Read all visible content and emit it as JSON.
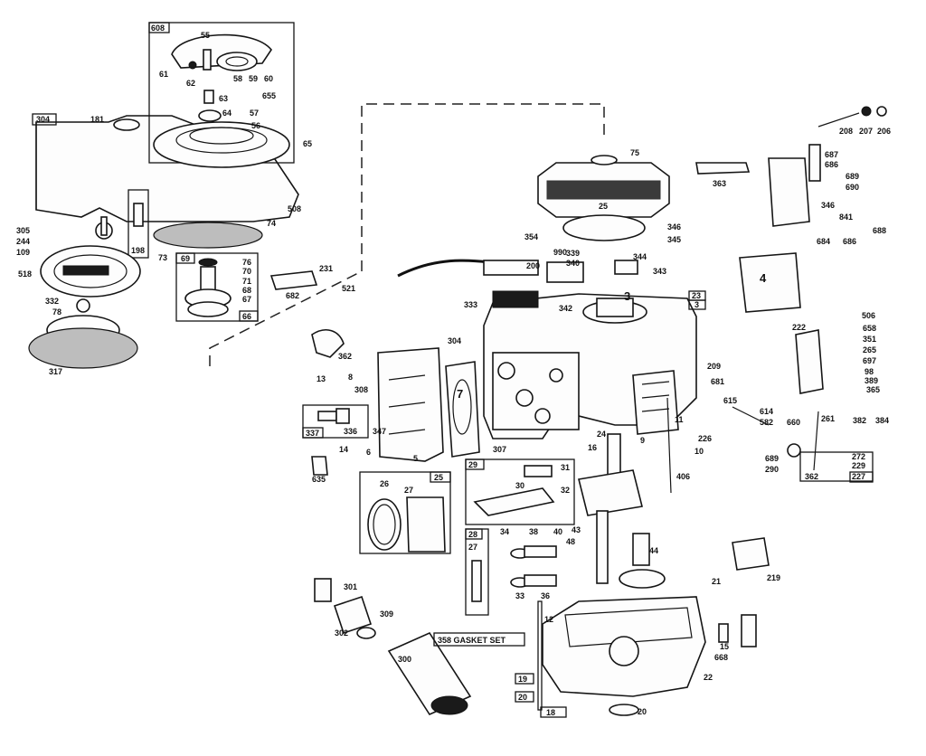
{
  "labels": {
    "l608": "608",
    "l304": "304",
    "l181": "181",
    "l55": "55",
    "l61": "61",
    "l62": "62",
    "l58": "58",
    "l59": "59",
    "l60": "60",
    "l63": "63",
    "l655": "655",
    "l64": "64",
    "l57": "57",
    "l56": "56",
    "l65": "65",
    "l508": "508",
    "l305": "305",
    "l244": "244",
    "l109": "109",
    "l198": "198",
    "l74": "74",
    "l73": "73",
    "l518": "518",
    "l332": "332",
    "l78": "78",
    "l317": "317",
    "l69": "69",
    "l76": "76",
    "l70": "70",
    "l71": "71",
    "l68": "68",
    "l67": "67",
    "l66": "66",
    "l231": "231",
    "l682": "682",
    "l521": "521",
    "l75": "75",
    "l25": "25",
    "l346a": "346",
    "l345": "345",
    "l354": "354",
    "l990": "990",
    "l339": "339",
    "l340": "340",
    "l344": "344",
    "l343": "343",
    "l200": "200",
    "l333": "333",
    "l342": "342",
    "l3": "3",
    "l23a": "23",
    "l23b": "3",
    "l304b": "304",
    "l362": "362",
    "l13": "13",
    "l8": "8",
    "l308": "308",
    "l337": "337",
    "l336": "336",
    "l347": "347",
    "l14": "14",
    "l6": "6",
    "l5": "5",
    "l635": "635",
    "l7": "7",
    "l307": "307",
    "l26": "26",
    "l27": "27",
    "l25b": "25",
    "l29": "29",
    "l30": "30",
    "l31": "31",
    "l32": "32",
    "l28": "28",
    "l27b": "27",
    "l34": "34",
    "l38": "38",
    "l40": "40",
    "l43": "43",
    "l48": "48",
    "l33": "33",
    "l36": "36",
    "l44": "44",
    "l24": "24",
    "l16": "16",
    "l9": "9",
    "l11": "11",
    "l406": "406",
    "l10": "10",
    "l209": "209",
    "l681": "681",
    "l615": "615",
    "l614": "614",
    "l226": "226",
    "l208": "208",
    "l207": "207",
    "l206": "206",
    "l363": "363",
    "l687": "687",
    "l686": "686",
    "l689": "689",
    "l690": "690",
    "l346b": "346",
    "l841": "841",
    "l688": "688",
    "l684": "684",
    "l686b": "686",
    "l4": "4",
    "l506": "506",
    "l222": "222",
    "l658": "658",
    "l351": "351",
    "l265": "265",
    "l697": "697",
    "l98": "98",
    "l389": "389",
    "l365": "365",
    "l382": "382",
    "l384": "384",
    "l261": "261",
    "l582": "582",
    "l660": "660",
    "l689b": "689",
    "l290": "290",
    "l362b": "362",
    "l272": "272",
    "l229": "229",
    "l227": "227",
    "l219": "219",
    "l21": "21",
    "l12": "12",
    "l15": "15",
    "l668": "668",
    "l22": "22",
    "l19": "19",
    "l20a": "20",
    "l20b": "20",
    "l18": "18",
    "l301": "301",
    "l309": "309",
    "l302": "302",
    "l300": "300",
    "gasket": "358 GASKET SET"
  }
}
